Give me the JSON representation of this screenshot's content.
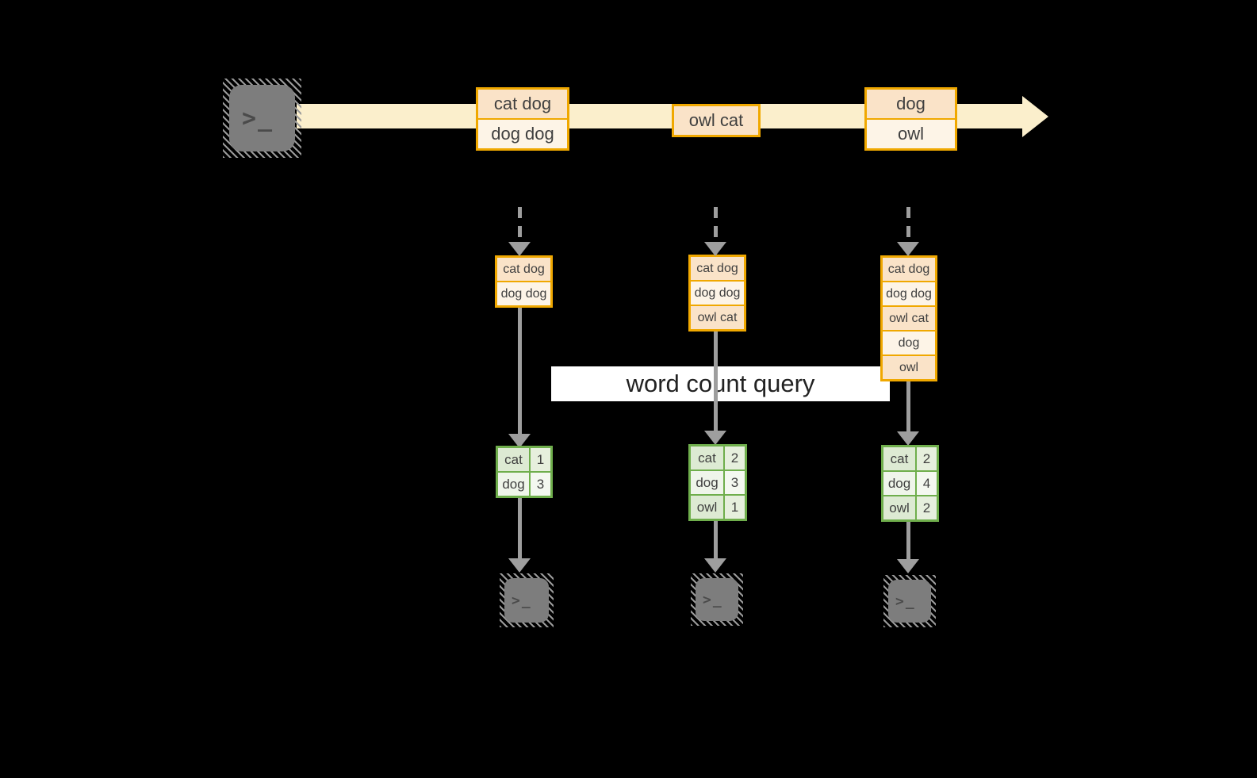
{
  "diagram": {
    "banner": {
      "label": "word count query"
    },
    "source_icon": {
      "glyph": ">_"
    },
    "stream": {
      "boxes": [
        {
          "cells": [
            "cat dog",
            "dog dog"
          ]
        },
        {
          "cells": [
            "owl cat"
          ]
        },
        {
          "cells": [
            "dog",
            "owl"
          ]
        }
      ]
    },
    "states": [
      {
        "cells": [
          "cat dog",
          "dog dog"
        ]
      },
      {
        "cells": [
          "cat dog",
          "dog dog",
          "owl cat"
        ]
      },
      {
        "cells": [
          "cat dog",
          "dog dog",
          "owl cat",
          "dog",
          "owl"
        ]
      }
    ],
    "counts": [
      {
        "rows": [
          {
            "word": "cat",
            "count": "1"
          },
          {
            "word": "dog",
            "count": "3"
          }
        ]
      },
      {
        "rows": [
          {
            "word": "cat",
            "count": "2"
          },
          {
            "word": "dog",
            "count": "3"
          },
          {
            "word": "owl",
            "count": "1"
          }
        ]
      },
      {
        "rows": [
          {
            "word": "cat",
            "count": "2"
          },
          {
            "word": "dog",
            "count": "4"
          },
          {
            "word": "owl",
            "count": "2"
          }
        ]
      }
    ],
    "sinks": [
      {
        "glyph": ">_"
      },
      {
        "glyph": ">_"
      },
      {
        "glyph": ">_"
      }
    ]
  },
  "colors": {
    "background": "#000000",
    "band": "#FBEFCC",
    "gold": "#F0A800",
    "peach": "#FAE3C8",
    "cream": "#FDF4E7",
    "cell_text": "#3F3F3F",
    "gray": "#9E9E9E",
    "green": "#6FAE4C",
    "green_light": "#DDEAD3",
    "green_lighter": "#EFF5EA",
    "green_count": "#E6EFDD",
    "green_count_lighter": "#F4F8F0",
    "banner_bg": "#FFFFFF",
    "banner_text": "#222222",
    "icon_gray": "#7D7D7D",
    "icon_dark": "#4A4A4A",
    "hatch": "#9A9A9A"
  }
}
